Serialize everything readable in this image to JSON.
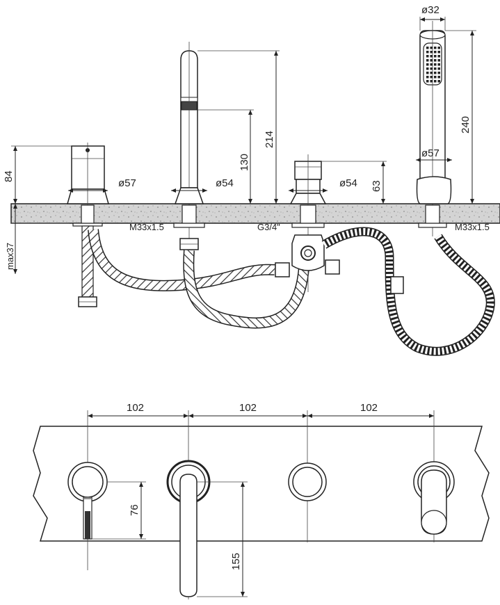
{
  "side_view": {
    "handshower_diameter": "ø32",
    "handshower_height": "240",
    "holder_diameter": "ø57",
    "spout_height": "214",
    "spout_outlet_height": "130",
    "lever_height": "84",
    "lever_diameter": "ø57",
    "spout_base_diameter": "ø54",
    "valve_diameter": "ø54",
    "valve_height": "63",
    "thread_left": "M33x1.5",
    "thread_middle": "G3/4\"",
    "thread_right": "M33x1.5",
    "max_deck_thickness": "max37"
  },
  "top_view": {
    "spacing_1": "102",
    "spacing_2": "102",
    "spacing_3": "102",
    "lever_projection": "76",
    "spout_projection": "155"
  }
}
